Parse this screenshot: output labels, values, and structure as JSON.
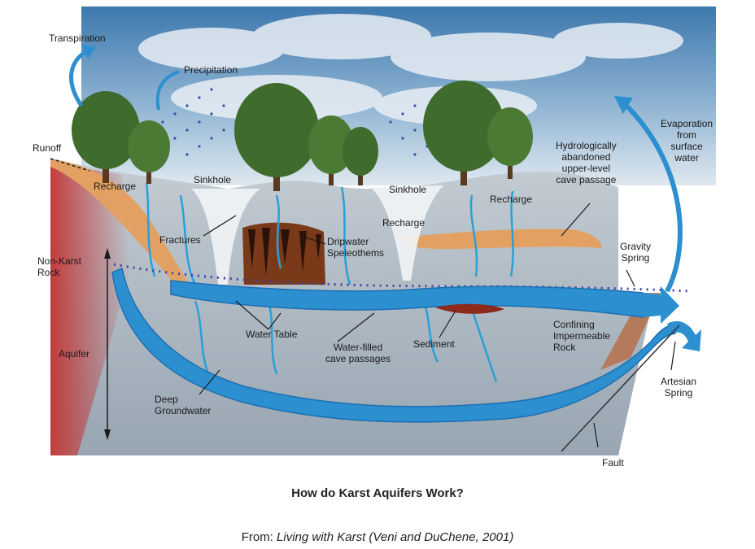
{
  "diagram": {
    "labels": {
      "transpiration": "Transpiration",
      "precipitation": "Precipitation",
      "runoff": "Runoff",
      "recharge_1": "Recharge",
      "recharge_2": "Recharge",
      "recharge_3": "Recharge",
      "sinkhole_1": "Sinkhole",
      "sinkhole_2": "Sinkhole",
      "fractures": "Fractures",
      "dripwater_speleothems": "Dripwater\nSpeleothems",
      "non_karst_rock": "Non-Karst\nRock",
      "water_table": "Water Table",
      "aquifer": "Aquifer",
      "water_filled_cave_passages": "Water-filled\ncave passages",
      "sediment": "Sediment",
      "deep_groundwater": "Deep\nGroundwater",
      "hydrologically_abandoned": "Hydrologically\nabandoned\nupper-level\ncave passage",
      "gravity_spring": "Gravity\nSpring",
      "evaporation": "Evaporation\nfrom\nsurface\nwater",
      "confining_impermeable_rock": "Confining\nImpermeable\nRock",
      "artesian_spring": "Artesian\nSpring",
      "fault": "Fault"
    },
    "colors": {
      "sky": "#4f88b8",
      "rock": "#a9b5bf",
      "water": "#2b8fd0",
      "water_dark": "#1d6fb0",
      "soil_orange": "#e2a163",
      "non_karst": "#c84b4b",
      "tree": "#3f6b2c"
    }
  },
  "caption": {
    "title": "How do Karst Aquifers Work?",
    "credit_prefix": "From: ",
    "credit_source": "Living with Karst (Veni and DuChene, 2001)"
  }
}
